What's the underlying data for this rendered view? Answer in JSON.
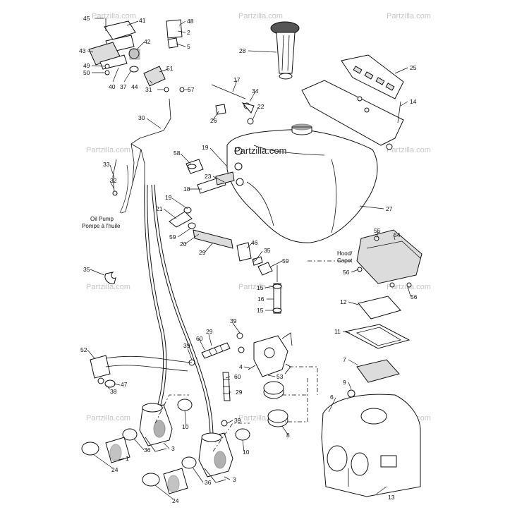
{
  "diagram": {
    "brand_center": "Partzilla.com",
    "watermark": "Partzilla.com",
    "labels": {
      "oil_pump_en": "Oil Pump",
      "oil_pump_fr": "Pompe à l'huile",
      "hood_en": "Hood/",
      "hood_fr": "Capot"
    },
    "callouts": [
      "45",
      "41",
      "48",
      "2",
      "42",
      "5",
      "43",
      "49",
      "50",
      "40",
      "37",
      "44",
      "51",
      "31",
      "57",
      "28",
      "25",
      "17",
      "34",
      "14",
      "22",
      "26",
      "30",
      "58",
      "19",
      "23",
      "33",
      "32",
      "18",
      "19",
      "21",
      "27",
      "59",
      "20",
      "29",
      "46",
      "35",
      "55",
      "54",
      "56",
      "56",
      "35",
      "59",
      "15",
      "16",
      "15",
      "12",
      "11",
      "7",
      "9",
      "6",
      "13",
      "39",
      "29",
      "60",
      "39",
      "52",
      "4",
      "53",
      "47",
      "38",
      "60",
      "29",
      "10",
      "39",
      "8",
      "10",
      "36",
      "3",
      "1",
      "24",
      "36",
      "3",
      "24"
    ]
  }
}
